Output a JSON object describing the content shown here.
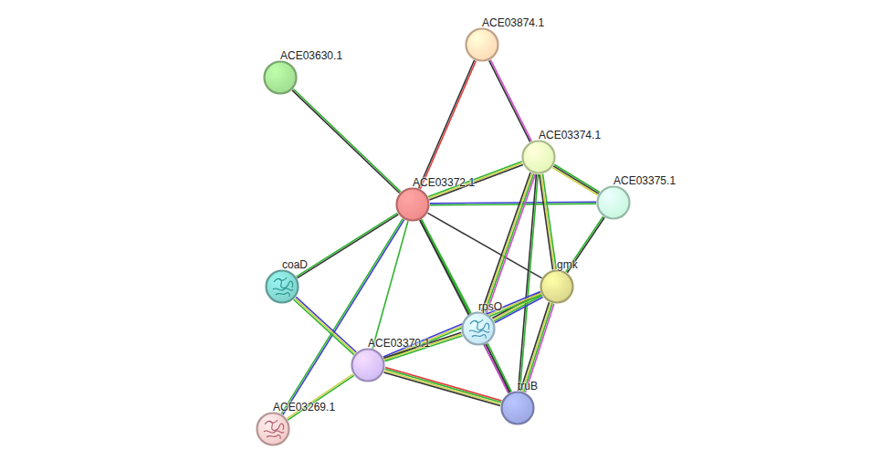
{
  "diagram": {
    "nodes": [
      {
        "text": [
          "ACE03874.1"
        ]
      },
      {
        "text": [
          "ACE03630.1"
        ]
      },
      {
        "text": [
          "ACE03374.1"
        ]
      },
      {
        "text": [
          "ACE03375.1"
        ]
      },
      {
        "text": [
          "ACE03372.1"
        ]
      },
      {
        "text": [
          "coaD"
        ]
      },
      {
        "text": [
          "gmk"
        ]
      },
      {
        "text": [
          "rpsO"
        ]
      },
      {
        "text": [
          "ACE03370.1"
        ]
      },
      {
        "text": [
          "truB"
        ]
      },
      {
        "text": [
          "ACE03269.1"
        ]
      }
    ],
    "edges": [
      {
        "from": 1,
        "to": 4,
        "arrow": "none"
      },
      {
        "from": 0,
        "to": 4,
        "arrow": "none"
      },
      {
        "from": 0,
        "to": 2,
        "arrow": "none"
      },
      {
        "from": 4,
        "to": 2,
        "arrow": "none"
      },
      {
        "from": 4,
        "to": 3,
        "arrow": "none"
      },
      {
        "from": 2,
        "to": 3,
        "arrow": "none"
      },
      {
        "from": 4,
        "to": 6,
        "arrow": "none"
      },
      {
        "from": 4,
        "to": 7,
        "arrow": "none"
      },
      {
        "from": 4,
        "to": 9,
        "arrow": "none"
      },
      {
        "from": 4,
        "to": 5,
        "arrow": "none"
      },
      {
        "from": 4,
        "to": 8,
        "arrow": "none"
      },
      {
        "from": 4,
        "to": 10,
        "arrow": "none"
      },
      {
        "from": 2,
        "to": 7,
        "arrow": "none"
      },
      {
        "from": 2,
        "to": 6,
        "arrow": "none"
      },
      {
        "from": 2,
        "to": 9,
        "arrow": "none"
      },
      {
        "from": 3,
        "to": 6,
        "arrow": "none"
      },
      {
        "from": 6,
        "to": 7,
        "arrow": "none"
      },
      {
        "from": 6,
        "to": 9,
        "arrow": "none"
      },
      {
        "from": 6,
        "to": 8,
        "arrow": "none"
      },
      {
        "from": 7,
        "to": 9,
        "arrow": "none"
      },
      {
        "from": 7,
        "to": 8,
        "arrow": "none"
      },
      {
        "from": 8,
        "to": 9,
        "arrow": "none"
      },
      {
        "from": 5,
        "to": 8,
        "arrow": "none"
      },
      {
        "from": 8,
        "to": 10,
        "arrow": "none"
      }
    ]
  }
}
